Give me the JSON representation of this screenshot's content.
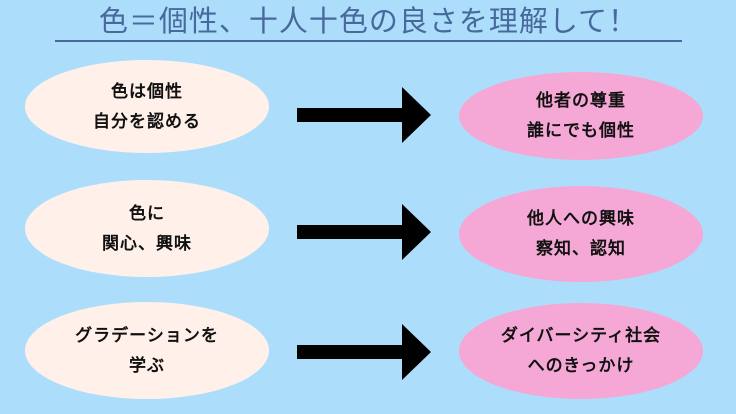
{
  "title": "色＝個性、十人十色の良さを理解して！",
  "colors": {
    "background": "#acdefc",
    "title": "#47699b",
    "left_ellipse": "#fff1ea",
    "right_ellipse": "#f5a8d6",
    "arrow": "#000000"
  },
  "rows": [
    {
      "left": {
        "lines": [
          "色は個性",
          "自分を認める"
        ]
      },
      "arrow": "right-arrow",
      "right": {
        "lines": [
          "他者の尊重",
          "誰にでも個性"
        ]
      }
    },
    {
      "left": {
        "lines": [
          "色に",
          "関心、興味"
        ]
      },
      "arrow": "right-arrow",
      "right": {
        "lines": [
          "他人への興味",
          "察知、認知"
        ]
      }
    },
    {
      "left": {
        "lines": [
          "グラデーションを",
          "学ぶ"
        ]
      },
      "arrow": "right-arrow",
      "right": {
        "lines": [
          "ダイバーシティ社会",
          "へのきっかけ"
        ]
      }
    }
  ]
}
